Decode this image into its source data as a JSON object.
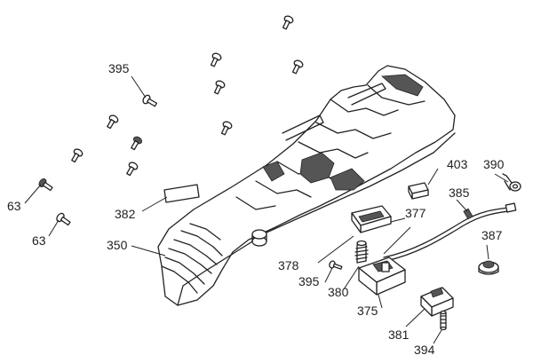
{
  "diagram": {
    "callouts": {
      "c395_top": "395",
      "c63_a": "63",
      "c63_b": "63",
      "c382": "382",
      "c350": "350",
      "c403": "403",
      "c390": "390",
      "c385": "385",
      "c377": "377",
      "c387": "387",
      "c378": "378",
      "c395_low": "395",
      "c380": "380",
      "c375": "375",
      "c381": "381",
      "c394": "394"
    }
  }
}
